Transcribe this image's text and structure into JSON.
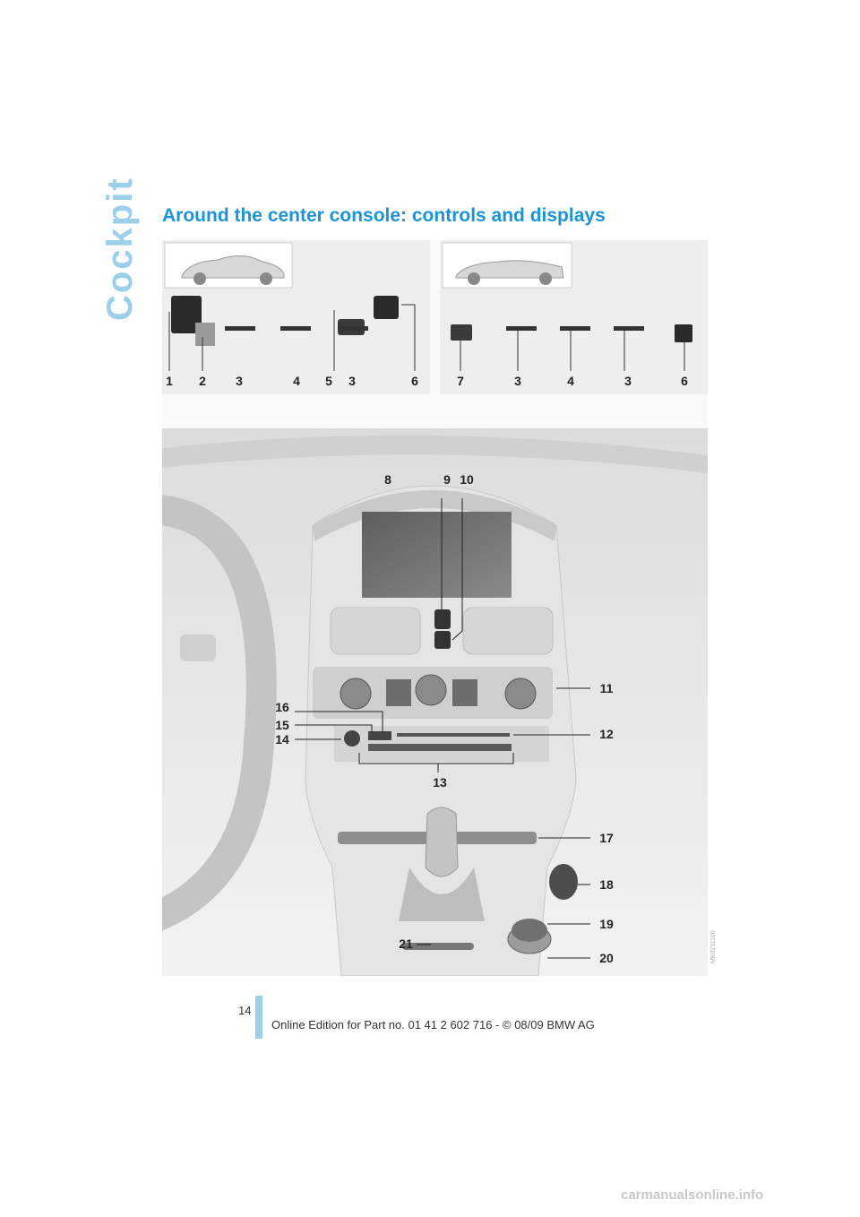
{
  "section_title": "Cockpit",
  "heading": "Around the center console: controls and displays",
  "figure": {
    "top_left_labels": [
      "1",
      "2",
      "3",
      "4",
      "5",
      "3",
      "6"
    ],
    "top_right_labels": [
      "7",
      "3",
      "4",
      "3",
      "6"
    ],
    "main_labels": [
      "8",
      "9",
      "10",
      "11",
      "12",
      "13",
      "14",
      "15",
      "16",
      "17",
      "18",
      "19",
      "20",
      "21"
    ],
    "code": "MK0211100"
  },
  "page_number": "14",
  "footer": "Online Edition for Part no. 01 41 2 602 716 - © 08/09 BMW AG",
  "watermark": "carmanualsonline.info"
}
